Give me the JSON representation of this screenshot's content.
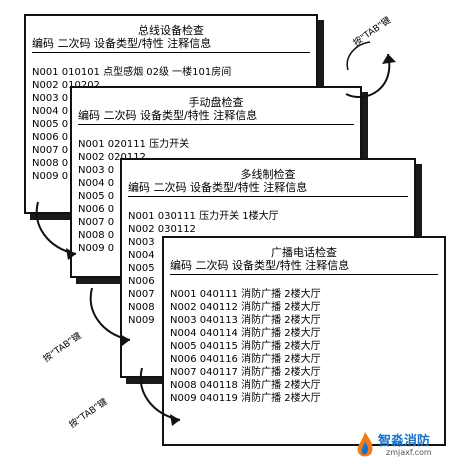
{
  "windows": [
    {
      "id": "general",
      "title": "总线设备检查",
      "header": "编码 二次码 设备类型/特性 注释信息",
      "rows": [
        "N001 010101 点型感烟 02级  一楼101房间",
        "N002 010202",
        "N003 0",
        "N004 0",
        "N005 0",
        "N006 0",
        "N007 0",
        "N008 0",
        "N009 0"
      ]
    },
    {
      "id": "manual",
      "title": "手动盘检查",
      "header": "编码 二次码 设备类型/特性 注释信息",
      "rows": [
        "N001 020111 压力开关",
        "N002 020112",
        "N003 0",
        "N004 0",
        "N005 0",
        "N006 0",
        "N007 0",
        "N008 0",
        "N009 0"
      ]
    },
    {
      "id": "multiline",
      "title": "多线制检查",
      "header": "编码 二次码 设备类型/特性 注释信息",
      "rows": [
        "N001 030111 压力开关 1楼大厅",
        "N002 030112",
        "N003",
        "N004",
        "N005",
        "N006",
        "N007",
        "N008",
        "N009"
      ]
    },
    {
      "id": "broadcast",
      "title": "广播电话检查",
      "header": "编码 二次码 设备类型/特性 注释信息",
      "rows": [
        "N001 040111 消防广播 2楼大厅",
        "N002 040112 消防广播 2楼大厅",
        "N003 040113 消防广播 2楼大厅",
        "N004 040114 消防广播 2楼大厅",
        "N005 040115 消防广播 2楼大厅",
        "N006 040116 消防广播 2楼大厅",
        "N007 040117 消防广播 2楼大厅",
        "N008 040118 消防广播 2楼大厅",
        "N009 040119 消防广播 2楼大厅"
      ]
    }
  ],
  "captions": {
    "tab_top": "按\"TAB\"键",
    "tab_left": "按“TAB”键",
    "tab_bottom": "按“TAB”键"
  },
  "logo": {
    "brand": "智淼消防",
    "url": "zmjaxf.com",
    "color": "#1a73c8"
  }
}
